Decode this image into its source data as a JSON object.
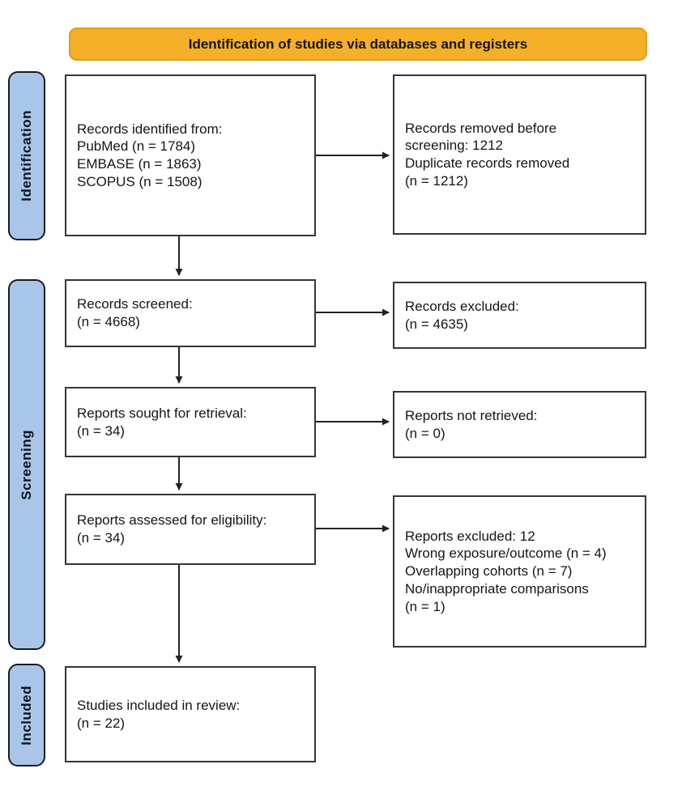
{
  "header": {
    "title": "Identification of studies via databases and registers"
  },
  "stages": [
    {
      "label": "Identification"
    },
    {
      "label": "Screening"
    },
    {
      "label": "Included"
    }
  ],
  "boxes": [
    {
      "id": "records-identified",
      "text": "Records identified from:\nPubMed (n = 1784)\nEMBASE (n = 1863)\nSCOPUS (n = 1508)"
    },
    {
      "id": "records-removed",
      "text": "Records removed before\nscreening: 1212\nDuplicate records removed\n(n = 1212)"
    },
    {
      "id": "records-screened",
      "text": "Records screened:\n(n = 4668)"
    },
    {
      "id": "records-excluded",
      "text": "Records excluded:\n(n = 4635)"
    },
    {
      "id": "reports-sought",
      "text": "Reports sought for retrieval:\n(n = 34)"
    },
    {
      "id": "reports-not-retrieved",
      "text": "Reports not retrieved:\n(n = 0)"
    },
    {
      "id": "reports-assessed",
      "text": "Reports assessed for eligibility:\n(n = 34)"
    },
    {
      "id": "reports-excluded",
      "text": "Reports excluded: 12\nWrong exposure/outcome (n = 4)\nOverlapping cohorts (n = 7)\nNo/inappropriate comparisons\n(n = 1)"
    },
    {
      "id": "studies-included",
      "text": "Studies included in review:\n(n = 22)"
    }
  ],
  "colors": {
    "header_fill": "#F3B028",
    "header_border": "#DC9E14",
    "stage_fill": "#A9C6E8",
    "stage_border": "#141C28",
    "box_border": "#363636",
    "arrow": "#222222"
  }
}
